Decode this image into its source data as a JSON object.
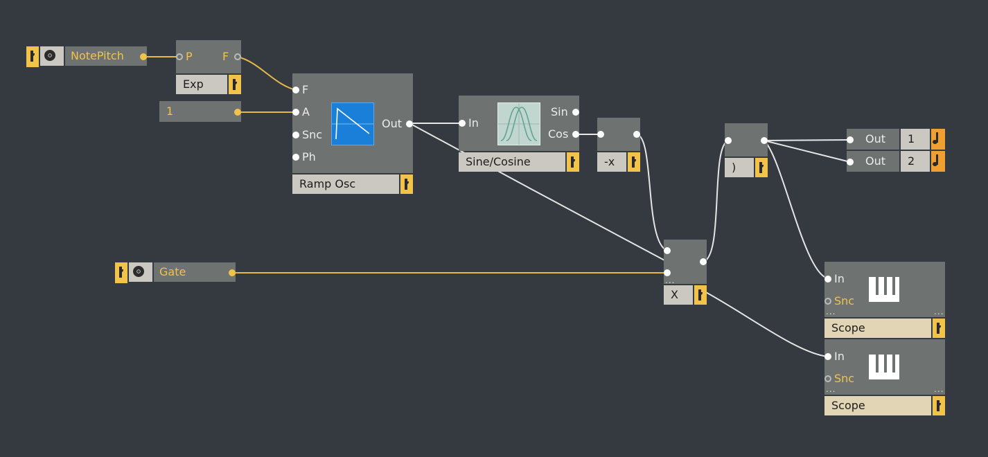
{
  "midi_in": {
    "note_pitch": {
      "label": "NotePitch"
    },
    "gate": {
      "label": "Gate"
    }
  },
  "exp_module": {
    "in_port": "P",
    "out_port": "F",
    "name": "Exp"
  },
  "constant": {
    "value": "1"
  },
  "ramp_osc": {
    "ports": [
      "F",
      "A",
      "Snc",
      "Ph"
    ],
    "out_port": "Out",
    "name": "Ramp Osc"
  },
  "sine_cosine": {
    "in_port": "In",
    "out_ports": [
      "Sin",
      "Cos"
    ],
    "name": "Sine/Cosine"
  },
  "negate": {
    "name": "-x"
  },
  "multiply": {
    "name": "X",
    "more": "..."
  },
  "merge": {
    "name": ")"
  },
  "outputs": [
    {
      "label": "Out",
      "channel": "1"
    },
    {
      "label": "Out",
      "channel": "2"
    }
  ],
  "scopes": [
    {
      "in_port": "In",
      "snc_port": "Snc",
      "name": "Scope",
      "more": "..."
    },
    {
      "in_port": "In",
      "snc_port": "Snc",
      "name": "Scope",
      "more": "..."
    }
  ],
  "colors": {
    "background": "#343a40",
    "module": "#6e7270",
    "accent": "#f2c34a",
    "audio_out": "#f0a030",
    "wire_event": "#e8b84a",
    "wire_audio": "#e6e6e6"
  }
}
